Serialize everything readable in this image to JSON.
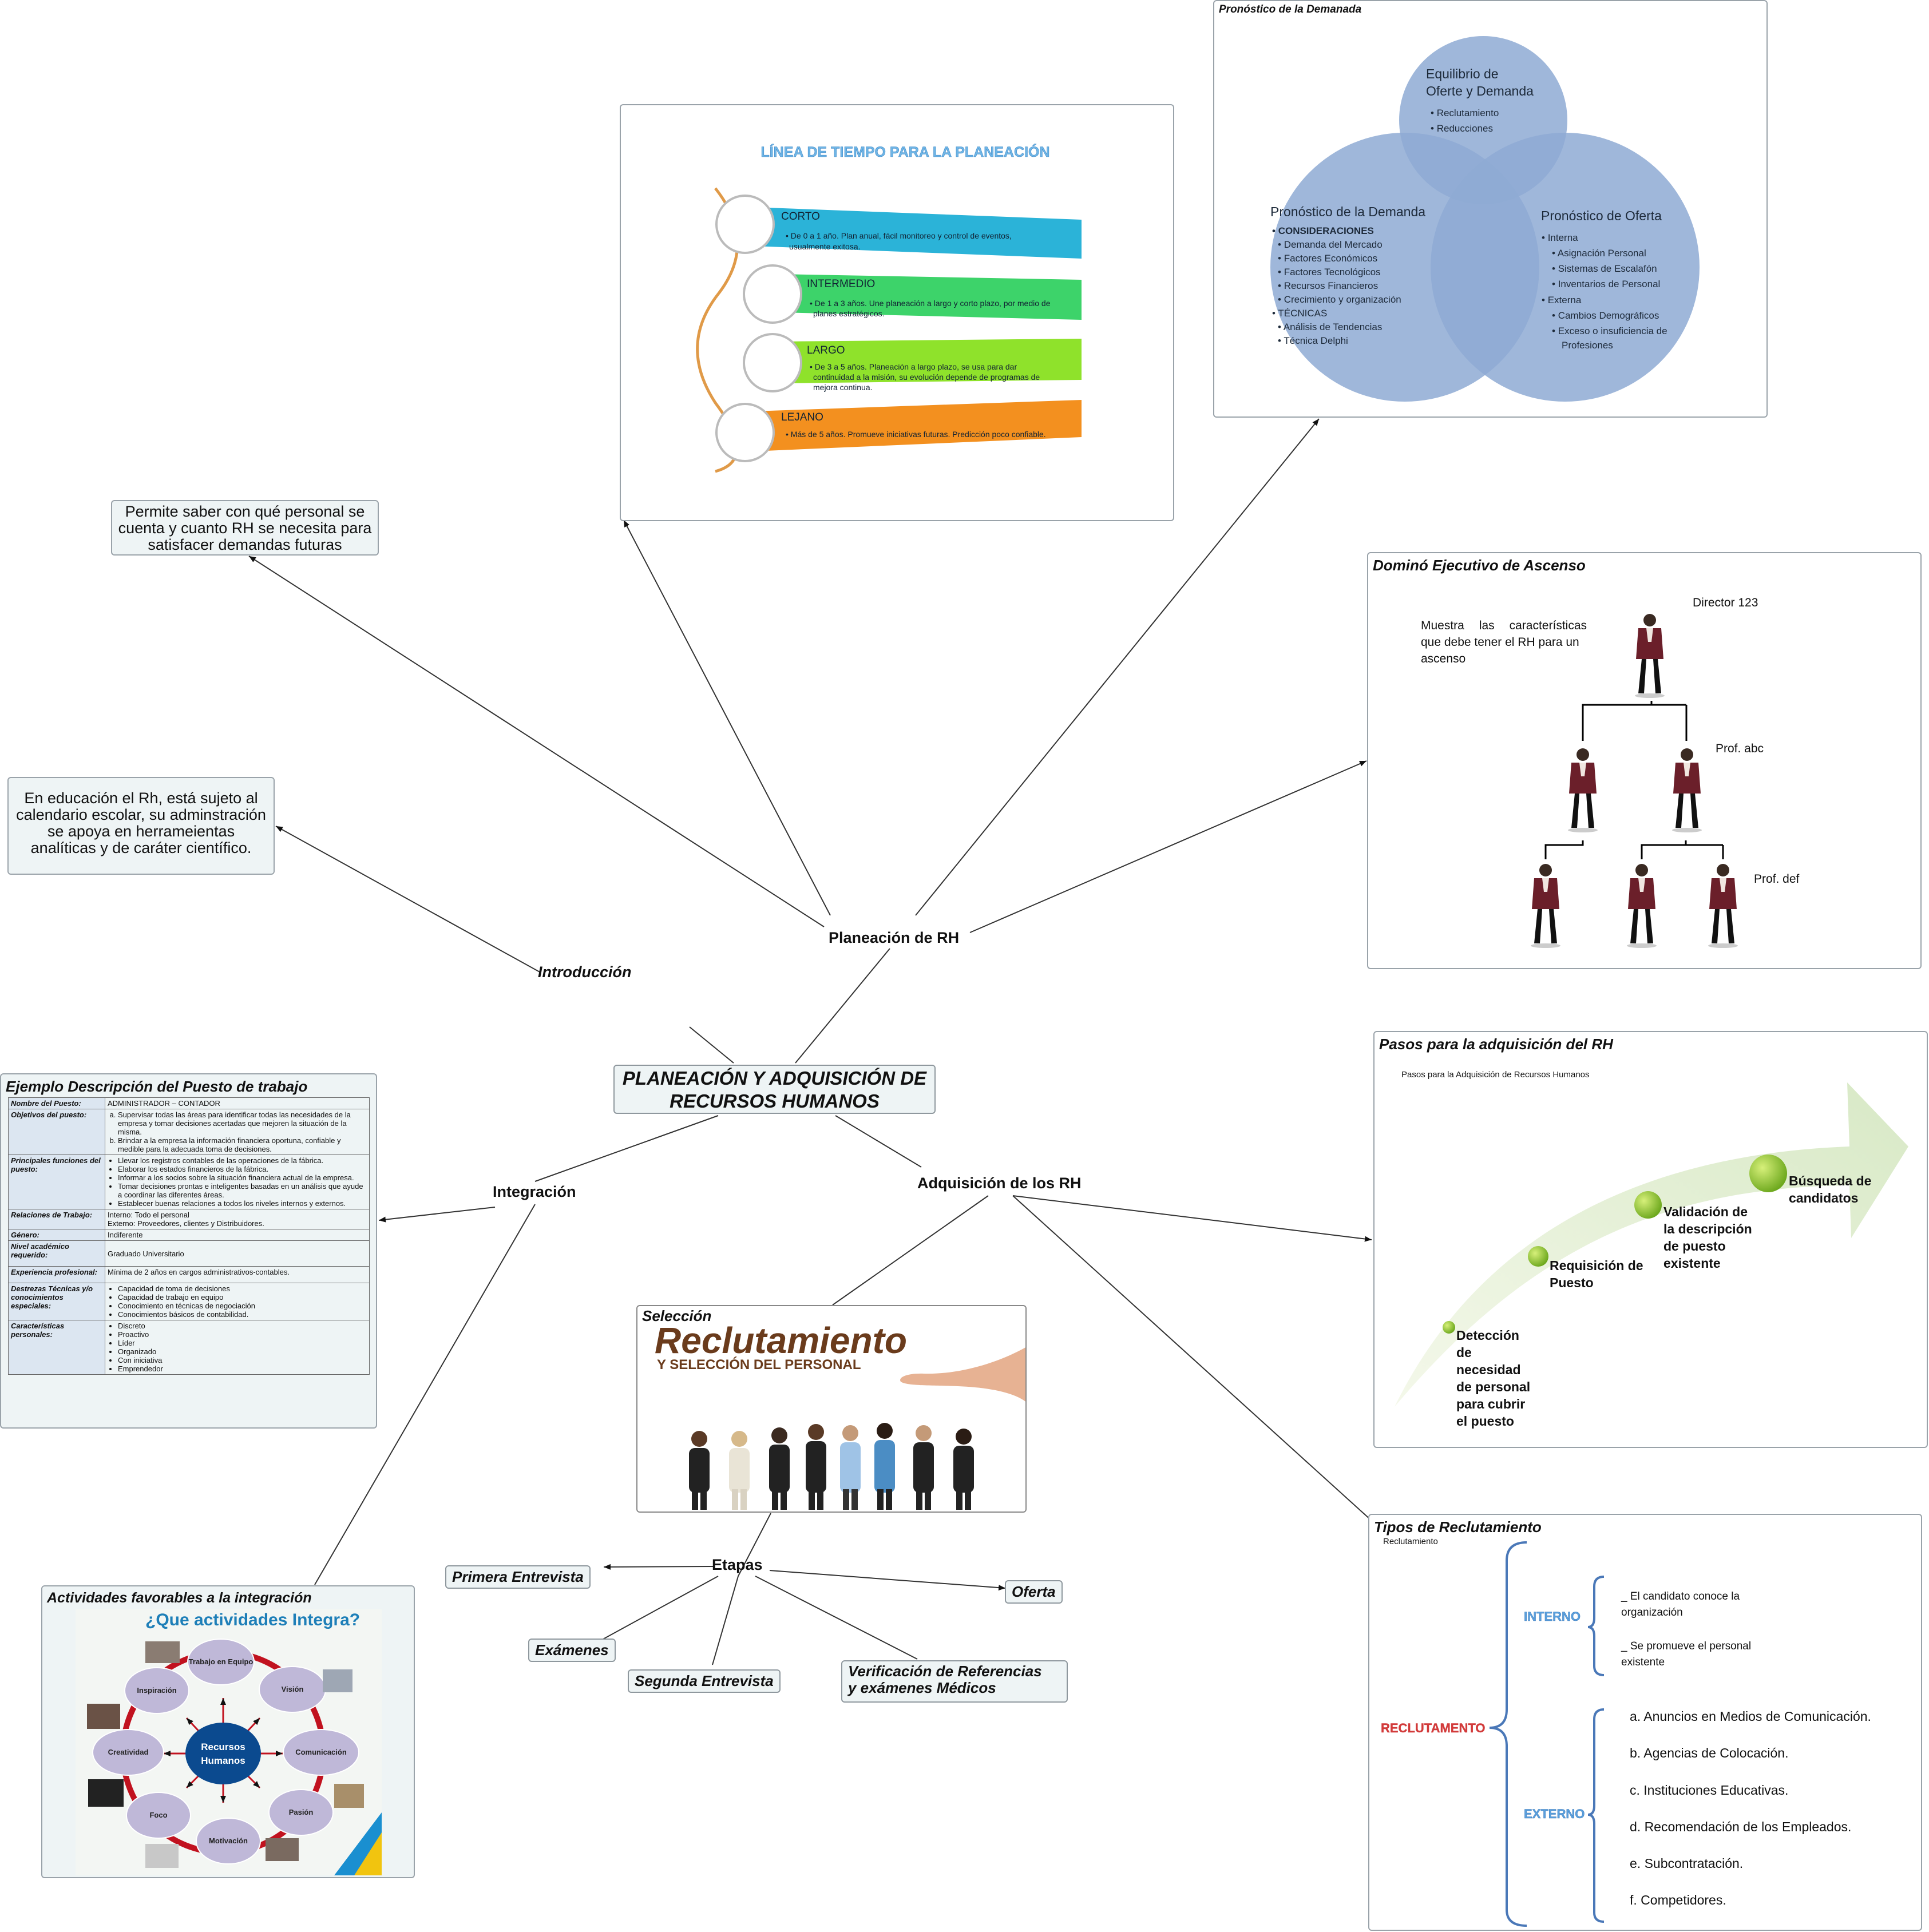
{
  "center": {
    "line1": "PLANEACIÓN Y ADQUISICIÓN DE",
    "line2": "RECURSOS HUMANOS"
  },
  "nodes": {
    "planeacion": "Planeación de RH",
    "introduccion": "Introducción",
    "integracion": "Integración",
    "adquisicion": "Adquisición de los RH",
    "etapas": "Etapas"
  },
  "notes": {
    "permite": "Permite saber con qué personal se cuenta y cuanto RH se necesita para satisfacer demandas futuras",
    "educacion": "En educación el Rh, está sujeto al calendario escolar, su adminstración se apoya en herrameientas analíticas y de caráter científico."
  },
  "etapas": {
    "primera": "Primera Entrevista",
    "examenes": "Exámenes",
    "segunda": "Segunda Entrevista",
    "verificacion_1": "Verificación de Referencias",
    "verificacion_2": "y exámenes Médicos",
    "oferta": "Oferta"
  },
  "timeline": {
    "title": "LÍNEA DE TIEMPO PARA LA PLANEACIÓN",
    "items": [
      {
        "label": "CORTO",
        "desc1": "• De 0 a 1 año. Plan anual, fácil monitoreo y control de eventos,",
        "desc2": "usualmente exitosa.",
        "desc3": "",
        "color": "#2bb3d8"
      },
      {
        "label": "INTERMEDIO",
        "desc1": "• De 1 a 3 años. Une planeación a largo y corto plazo, por medio de",
        "desc2": "planes estratégicos.",
        "desc3": "",
        "color": "#3dd36a"
      },
      {
        "label": "LARGO",
        "desc1": "• De 3 a  5 años. Planeación a largo plazo, se usa para dar",
        "desc2": "continuidad a la misión, su evolución depende de programas de",
        "desc3": "mejora continua.",
        "color": "#8fe22b"
      },
      {
        "label": "LEJANO",
        "desc1": "• Más de 5 años. Promueve iniciativas futuras. Predicción poco confiable.",
        "desc2": "",
        "desc3": "",
        "color": "#f3901f"
      }
    ]
  },
  "demanda": {
    "panel_title": "Pronóstico de la Demanada",
    "equilibrio_t1": "Equilibrio de",
    "equilibrio_t2": "Oferte y Demanda",
    "equilibrio_items": [
      "Reclutamiento",
      "Reducciones"
    ],
    "demanda_title": "Pronóstico de la Demanda",
    "consideraciones": "CONSIDERACIONES",
    "consideraciones_items": [
      "Demanda del Mercado",
      "Factores Económicos",
      "Factores Tecnológicos",
      "Recursos Financieros",
      "Crecimiento y organización"
    ],
    "tecnicas": "TÉCNICAS",
    "tecnicas_items": [
      "Análisis de Tendencias",
      "Técnica Delphi"
    ],
    "oferta_title": "Pronóstico de Oferta",
    "interna": "Interna",
    "interna_items": [
      "Asignación Personal",
      "Sistemas de Escalafón",
      "Inventarios de Personal"
    ],
    "externa": "Externa",
    "externa_items": [
      "Cambios Demográficos",
      "Exceso o insuficiencia de",
      "Profesiones"
    ]
  },
  "domino": {
    "title": "Dominó Ejecutivo de Ascenso",
    "text1": "Muestra las características",
    "text2": "que debe tener el RH para un",
    "text3": "ascenso",
    "director": "Director 123",
    "abc": "Prof. abc",
    "def": "Prof. def"
  },
  "pasos": {
    "title": "Pasos para la adquisición del RH",
    "subtitle": "Pasos para la Adquisición de Recursos Humanos",
    "steps": [
      [
        "Detección",
        "de",
        "necesidad",
        "de personal",
        "para cubrir",
        "el puesto"
      ],
      [
        "Requisición de",
        "Puesto"
      ],
      [
        "Validación de",
        "la descripción",
        "de puesto",
        "existente"
      ],
      [
        "Búsqueda de",
        "candidatos"
      ]
    ]
  },
  "seleccion": {
    "title": "Selección",
    "banner1": "Reclutamiento",
    "banner2": "Y SELECCIÓN DEL PERSONAL"
  },
  "tipos": {
    "title": "Tipos de Reclutamiento",
    "subtitle": "Reclutamiento",
    "main": "RECLUTAMENTO",
    "interno": "INTERNO",
    "externo": "EXTERNO",
    "interno_items": [
      "_ El candidato conoce la",
      "organización",
      "_ Se promueve el personal",
      "existente"
    ],
    "externo_items": [
      "a.     Anuncios en Medios de Comunicación.",
      "b. Agencias de Colocación.",
      "c. Instituciones Educativas.",
      "d. Recomendación de los Empleados.",
      "e. Subcontratación.",
      "f. Competidores."
    ]
  },
  "puesto": {
    "title": "Ejemplo Descripción del Puesto de trabajo",
    "rows": {
      "nombre_k": "Nombre del Puesto:",
      "nombre_v": "ADMINISTRADOR  – CONTADOR",
      "objetivos_k": "Objetivos del puesto:",
      "objetivos_v": [
        "Supervisar todas las áreas para identificar todas las necesidades de la empresa y tomar decisiones acertadas que mejoren la situación de la misma.",
        "Brindar a la empresa la información financiera oportuna, confiable y medible para la adecuada toma de decisiones."
      ],
      "funciones_k": "Principales funciones del puesto:",
      "funciones_v": [
        "Llevar los registros contables de las operaciones de la fábrica.",
        "Elaborar los estados financieros de la fábrica.",
        "Informar a los socios sobre la situación financiera actual de la empresa.",
        "Tomar decisiones prontas e inteligentes basadas en un análisis que ayude a coordinar las diferentes áreas.",
        "Establecer buenas relaciones a todos los niveles internos y externos."
      ],
      "relaciones_k": "Relaciones de Trabajo:",
      "relaciones_v1": "Interno: Todo el personal",
      "relaciones_v2": "Externo: Proveedores, clientes y Distribuidores.",
      "genero_k": "Género:",
      "genero_v": "Indiferente",
      "nivel_k": "Nivel académico requerido:",
      "nivel_v": "Graduado Universitario",
      "experiencia_k": "Experiencia  profesional:",
      "experiencia_v": "Mínima de 2 años en cargos administrativos-contables.",
      "destrezas_k": "Destrezas Técnicas y/o conocimientos especiales:",
      "destrezas_v": [
        "Capacidad de toma de decisiones",
        "Capacidad de trabajo en equipo",
        "Conocimiento en técnicas de negociación",
        "Conocimientos básicos de contabilidad."
      ],
      "caracteristicas_k": "Características personales:",
      "caracteristicas_v": [
        "Discreto",
        "Proactivo",
        "Líder",
        "Organizado",
        "Con iniciativa",
        "Emprendedor"
      ]
    }
  },
  "actividades": {
    "title": "Actividades favorables a la integración",
    "heading": "¿Que actividades Integra?",
    "center1": "Recursos",
    "center2": "Humanos",
    "items": [
      "Trabajo en Equipo",
      "Visión",
      "Comunicación",
      "Pasión",
      "Motivación",
      "Foco",
      "Creatividad",
      "Inspiración"
    ]
  },
  "colors": {
    "panel_border": "#9aa3aa",
    "circle_fill": "#8eaad3",
    "accent_blue": "#4a90c8",
    "recl_red": "#d23b3b"
  }
}
